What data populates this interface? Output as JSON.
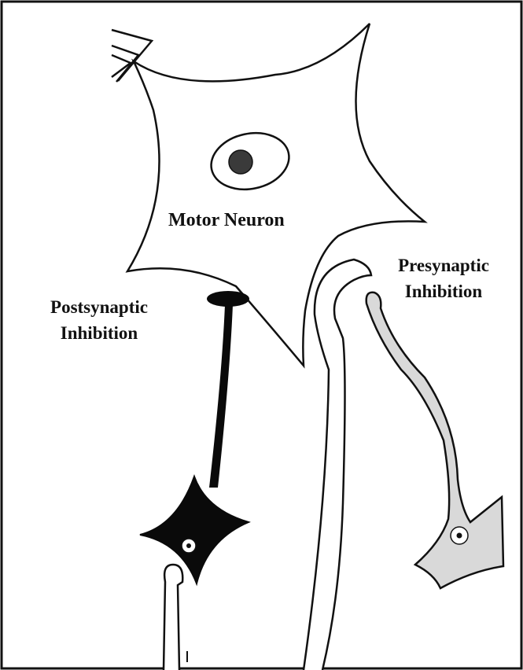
{
  "labels": {
    "motor_neuron": "Motor Neuron",
    "postsynaptic": [
      "Postsynaptic",
      "Inhibition"
    ],
    "presynaptic": [
      "Presynaptic",
      "Inhibition"
    ]
  },
  "colors": {
    "stroke": "#111111",
    "inhibitory_neuron_fill": "#0a0a0a",
    "presynaptic_neuron_fill": "#d9d9d9",
    "nucleolus_fill": "#3a3a3a"
  }
}
